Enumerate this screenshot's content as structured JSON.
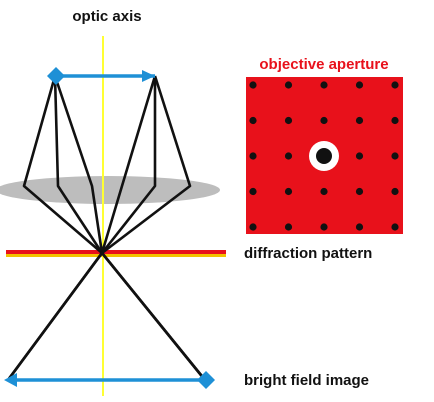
{
  "labels": {
    "optic_axis": "optic axis",
    "objective_aperture": "objective aperture",
    "diffraction_pattern": "diffraction pattern",
    "bright_field_image": "bright field image"
  },
  "colors": {
    "background": "#ffffff",
    "optic_axis_line": "#ffff33",
    "arrows": "#1e90d6",
    "rays": "#111111",
    "lens": "#bdbdbd",
    "aperture_plate": "#e8111b",
    "aperture_title": "#e8111b",
    "diffraction_spots": "#111111",
    "aperture_hole_ring": "#ffffff",
    "back_focal_plane_red": "#e8111b",
    "back_focal_plane_yellow": "#f2c200",
    "text": "#111111"
  },
  "aperture_pattern": {
    "grid": "5x5",
    "aperture_position": "center"
  }
}
